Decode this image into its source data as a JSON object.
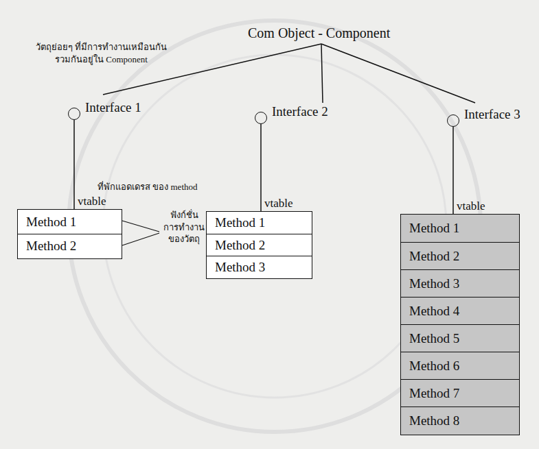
{
  "diagram": {
    "title": "Com Object - Component",
    "nodes": [
      {
        "text": [
          "Interface 1"
        ]
      },
      {
        "text": [
          "vtable"
        ]
      },
      {
        "text": [
          "Method 1"
        ],
        "in": 1
      },
      {
        "text": [
          "Method 2"
        ],
        "in": 1
      },
      {
        "text": [
          "Interface 2"
        ]
      },
      {
        "text": [
          "vtable"
        ]
      },
      {
        "text": [
          "Method 1"
        ],
        "in": 5
      },
      {
        "text": [
          "Method 2"
        ],
        "in": 5
      },
      {
        "text": [
          "Method 3"
        ],
        "in": 5
      },
      {
        "text": [
          "Interface 3"
        ]
      },
      {
        "text": [
          "vtable"
        ]
      },
      {
        "text": [
          "Method 1"
        ],
        "in": 10
      },
      {
        "text": [
          "Method 2"
        ],
        "in": 10
      },
      {
        "text": [
          "Method 3"
        ],
        "in": 10
      },
      {
        "text": [
          "Method 4"
        ],
        "in": 10
      },
      {
        "text": [
          "Method 5"
        ],
        "in": 10
      },
      {
        "text": [
          "Method 6"
        ],
        "in": 10
      },
      {
        "text": [
          "Method 7"
        ],
        "in": 10
      },
      {
        "text": [
          "Method 8"
        ],
        "in": 10
      }
    ],
    "edges": [
      {
        "from": 0,
        "to": 1,
        "arrow": "none"
      },
      {
        "from": 4,
        "to": 5,
        "arrow": "none"
      },
      {
        "from": 9,
        "to": 10,
        "arrow": "none"
      }
    ],
    "labels": [
      "วัตถุย่อยๆ ที่มีการทำงานเหมือนกัน รวมกันอยู่ใน Component",
      "ที่พักแอดเดรส ของ method",
      "ฟังก์ชั่น การทำงาน ของวัตถุ"
    ]
  }
}
